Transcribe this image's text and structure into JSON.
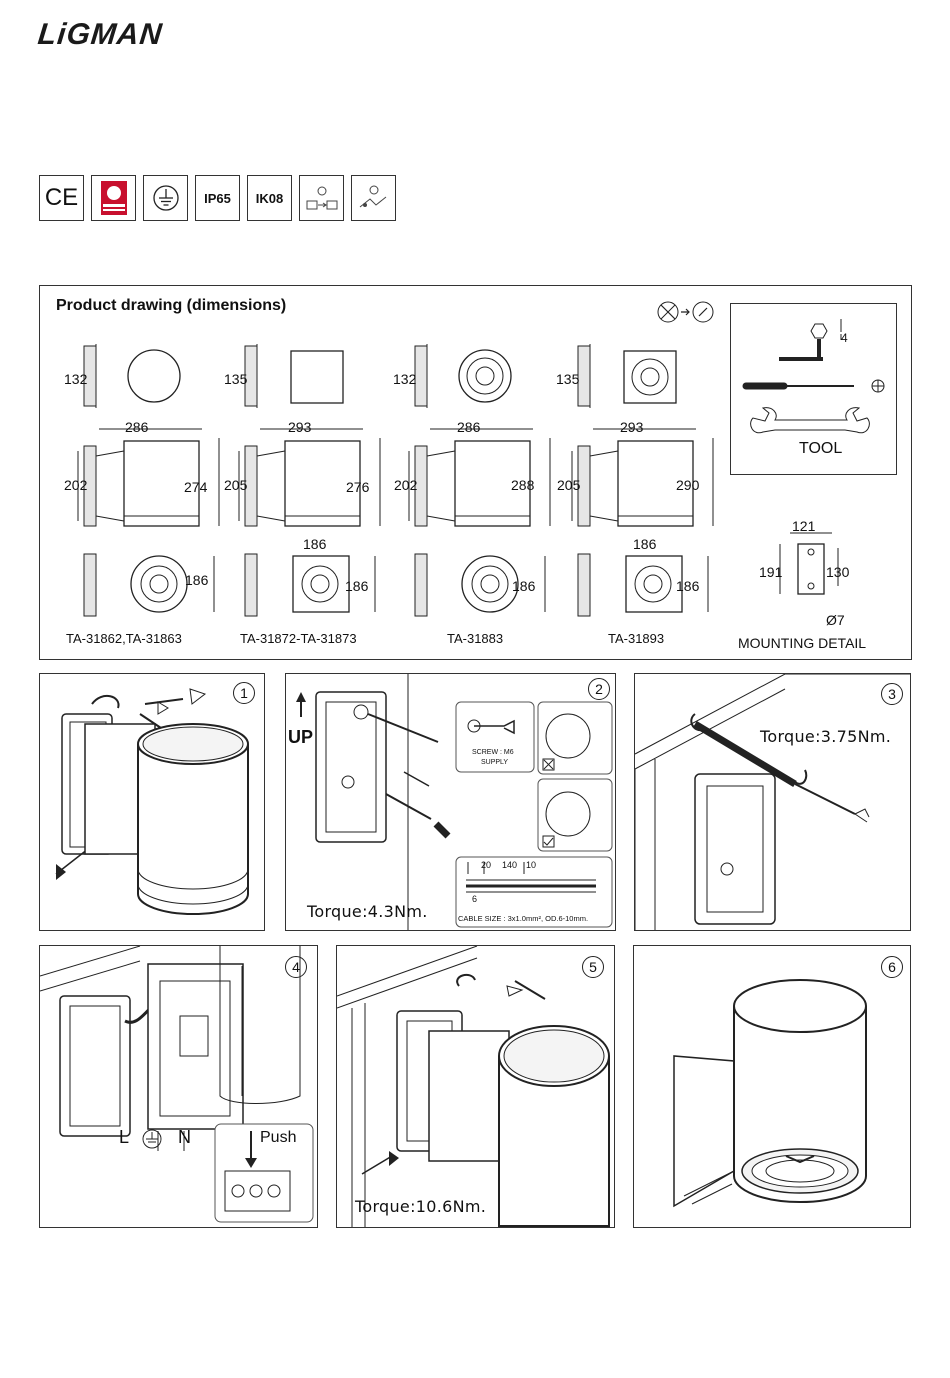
{
  "brand": "LiGMAN",
  "certifications": [
    {
      "icon": "ce-mark-icon",
      "label": "CE"
    },
    {
      "icon": "quality-seal-icon",
      "label": ""
    },
    {
      "icon": "earth-ground-icon",
      "label": ""
    },
    {
      "icon": "ip-rating-icon",
      "label": "IP65"
    },
    {
      "icon": "impact-rating-icon",
      "label": "IK08"
    },
    {
      "icon": "voltage-input-icon",
      "label": ""
    },
    {
      "icon": "driver-icon",
      "label": ""
    }
  ],
  "drawing": {
    "title": "Product drawing (dimensions)",
    "top_dims": [
      "132",
      "135",
      "132",
      "135"
    ],
    "width_dims": [
      "286",
      "293",
      "286",
      "293"
    ],
    "left_heights": [
      "202",
      "205",
      "202",
      "205"
    ],
    "right_heights": [
      "274",
      "276",
      "288",
      "290"
    ],
    "front_width": [
      "186",
      "186"
    ],
    "front_dims": [
      "186",
      "186",
      "186",
      "186"
    ],
    "models": [
      "TA-31862,TA-31863",
      "TA-31872-TA-31873",
      "TA-31883",
      "TA-31893"
    ],
    "tool_label": "TOOL",
    "hex_key_size": "4",
    "mounting": {
      "width": "121",
      "height_left": "191",
      "height_right": "130",
      "hole": "Ø7",
      "label": "MOUNTING DETAIL"
    }
  },
  "steps": [
    {
      "num": "1"
    },
    {
      "num": "2",
      "up": "UP",
      "screw_label": "SCREW : M6",
      "supply_label": "SUPPLY",
      "torque": "Torque:4.3Nm.",
      "strip": [
        "20",
        "140",
        "10",
        "6"
      ],
      "cable": "CABLE SIZE : 3x1.0mm²,  OD.6-10mm."
    },
    {
      "num": "3",
      "torque": "Torque:3.75Nm."
    },
    {
      "num": "4",
      "terminals": [
        "L",
        "N"
      ],
      "push": "Push"
    },
    {
      "num": "5",
      "torque": "Torque:10.6Nm."
    },
    {
      "num": "6"
    }
  ]
}
